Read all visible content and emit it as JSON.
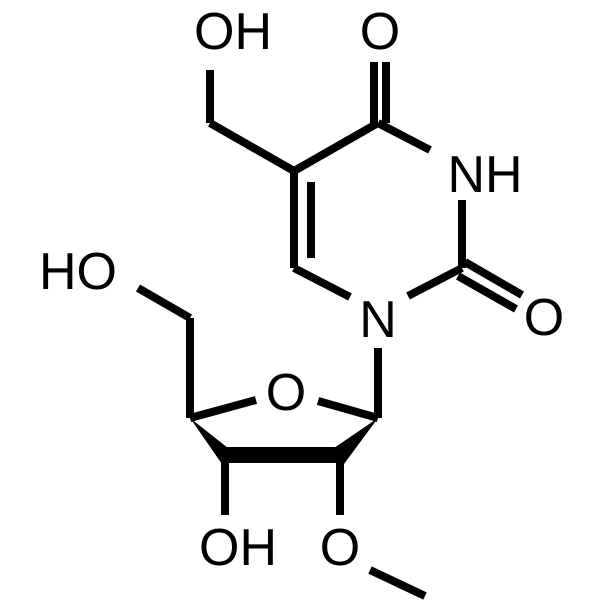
{
  "molecule": {
    "atoms": {
      "oh_top": "OH",
      "o_top": "O",
      "nh": "NH",
      "o_right": "O",
      "n1": "N",
      "ho_left": "HO",
      "o_ring": "O",
      "oh_bottom": "OH",
      "o_methoxy": "O"
    }
  },
  "colors": {
    "ink": "#000000",
    "background": "#ffffff"
  }
}
